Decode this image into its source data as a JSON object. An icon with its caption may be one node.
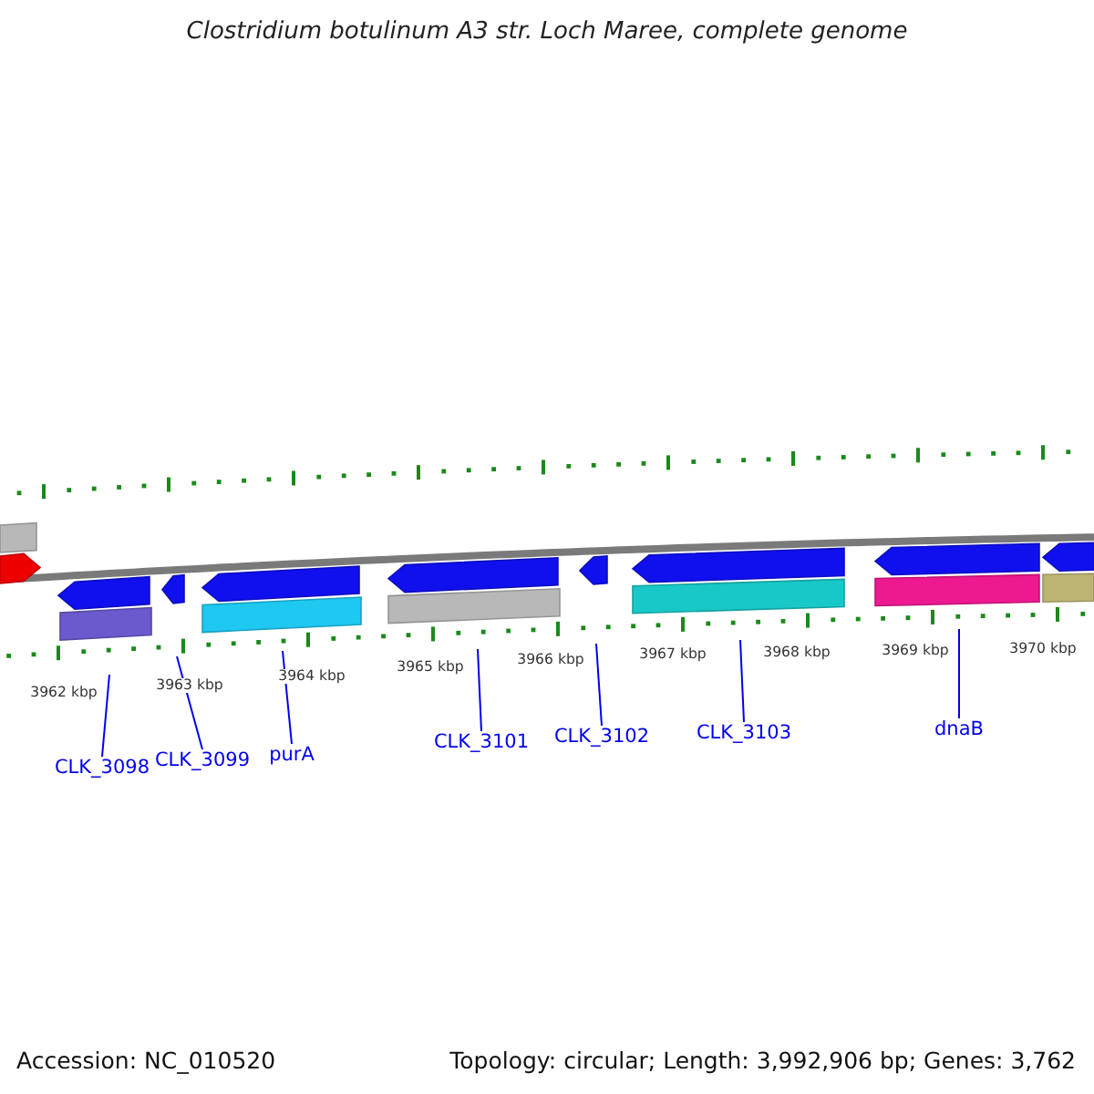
{
  "diagram": {
    "title": "Clostridium botulinum A3 str. Loch Maree, complete genome",
    "nodes": [
      {
        "text": [
          "CLK_3098"
        ]
      },
      {
        "text": [
          "CLK_3099"
        ]
      },
      {
        "text": [
          "purA"
        ]
      },
      {
        "text": [
          "CLK_3101"
        ]
      },
      {
        "text": [
          "CLK_3102"
        ]
      },
      {
        "text": [
          "CLK_3103"
        ]
      },
      {
        "text": [
          "dnaB"
        ]
      }
    ],
    "edges": [
      {
        "from": 0,
        "to": null,
        "arrow": "none"
      },
      {
        "from": 1,
        "to": null,
        "arrow": "none"
      },
      {
        "from": 2,
        "to": null,
        "arrow": "none"
      },
      {
        "from": 3,
        "to": null,
        "arrow": "none"
      },
      {
        "from": 4,
        "to": null,
        "arrow": "none"
      },
      {
        "from": 5,
        "to": null,
        "arrow": "none"
      },
      {
        "from": 6,
        "to": null,
        "arrow": "none"
      }
    ],
    "labels": [
      "3962 kbp",
      "3963 kbp",
      "3964 kbp",
      "3965 kbp",
      "3966 kbp",
      "3967 kbp",
      "3968 kbp",
      "3969 kbp",
      "3970 kbp",
      "Accession: NC_010520",
      "Topology: circular; Length: 3,992,906 bp; Genes: 3,762"
    ]
  }
}
